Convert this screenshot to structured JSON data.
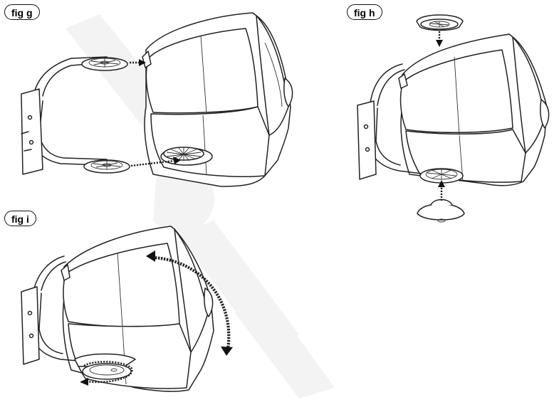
{
  "figures": {
    "g": {
      "label": "fig g"
    },
    "h": {
      "label": "fig h"
    },
    "i": {
      "label": "fig i"
    }
  },
  "watermark": {
    "text": "ROCKY"
  }
}
